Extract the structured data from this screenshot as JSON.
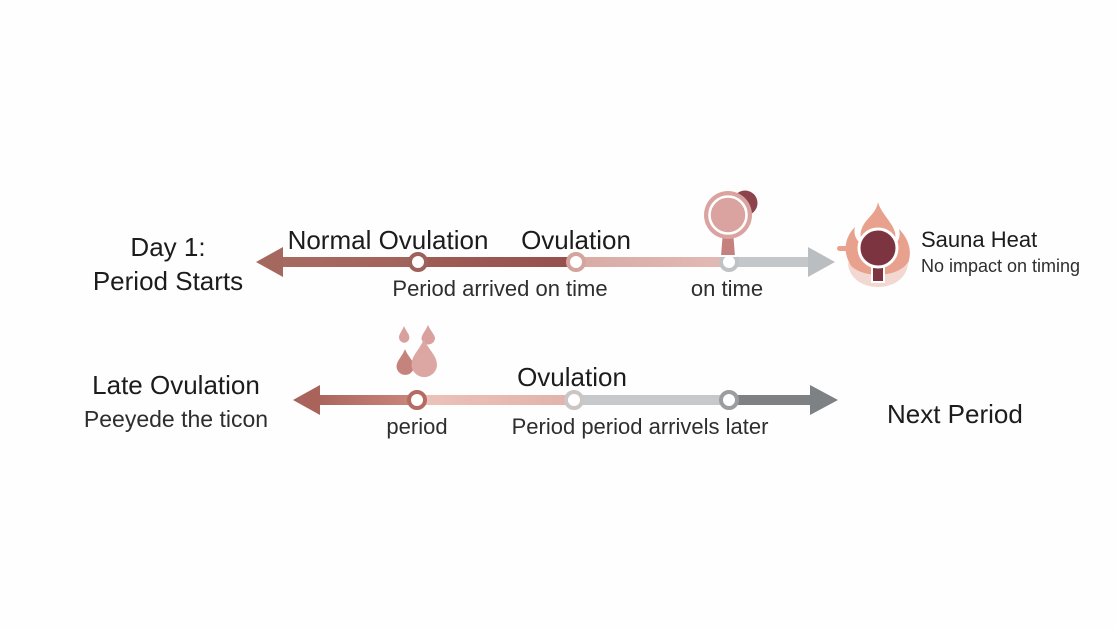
{
  "page": {
    "background": "#fefefe",
    "description": "Infographic with two horizontal timelines comparing normal and late ovulation cycle timing"
  },
  "palette": {
    "rose_brown": "#a5685f",
    "dark_rose": "#9a5650",
    "light_pink": "#ddafa9",
    "pale_pink": "#e7b9b1",
    "light_gray": "#c5c8ca",
    "dark_gray": "#7d8183",
    "flame_salmon": "#e7a18d",
    "deep_maroon": "#7c3440",
    "droplet_pink": "#d9a19e",
    "text_dark": "#1c1c1c",
    "text_sub": "#2e2e2e"
  },
  "timeline_normal": {
    "left_label_line1": "Day 1:",
    "left_label_line2": "Period Starts",
    "heading_segment": "Normal Ovulation",
    "heading_node": "Ovulation",
    "caption_left": "Period arrived on time",
    "caption_right": "on time",
    "icons": {
      "egg": "ovulation-egg-icon",
      "sauna": "sauna-heat-icon"
    },
    "right_title": "Sauna Heat",
    "right_subtitle": "No impact on timing"
  },
  "timeline_late": {
    "left_label_line1": "Late Ovulation",
    "left_label_line2": "Peeyede the ticon",
    "heading_node": "Ovulation",
    "caption_left": "period",
    "caption_right": "Period period arrivels later",
    "right_label": "Next Period",
    "icons": {
      "droplets": "period-droplets-icon"
    }
  }
}
